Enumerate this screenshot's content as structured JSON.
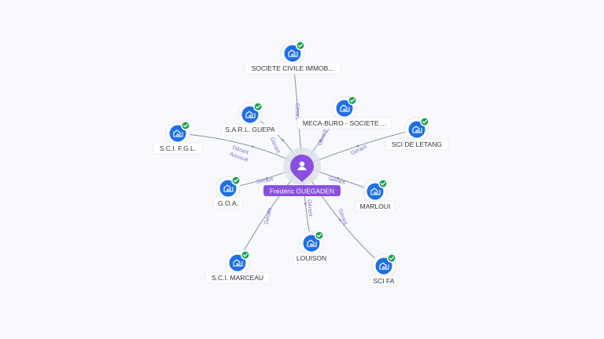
{
  "center": {
    "name": "Frédéric GUEGADEN",
    "icon": "person-icon",
    "color": "#8a4fe0"
  },
  "companies": [
    {
      "key": "sci-immob",
      "name": "SOCIETE CIVILE IMMOB...",
      "relations": [
        "Gérant"
      ],
      "verified": true
    },
    {
      "key": "sarl-guepa",
      "name": "S.A.R.L. GUEPA",
      "relations": [
        "Gérant"
      ],
      "verified": true
    },
    {
      "key": "meca-buro",
      "name": "MECA-BURO - SOCIETE ...",
      "relations": [
        "Gérant"
      ],
      "verified": true
    },
    {
      "key": "sci-fgl",
      "name": "S.C.I. F.G.L.",
      "relations": [
        "Gérant",
        "Associé"
      ],
      "verified": true
    },
    {
      "key": "sci-letang",
      "name": "SCI DE LETANG",
      "relations": [
        "Gérant"
      ],
      "verified": true
    },
    {
      "key": "goa",
      "name": "G.O.A.",
      "relations": [
        "Gérant"
      ],
      "verified": true
    },
    {
      "key": "marloui",
      "name": "MARLOUI",
      "relations": [
        "Gérant"
      ],
      "verified": true
    },
    {
      "key": "sci-marceau",
      "name": "S.C.I. MARCEAU",
      "relations": [
        "Gérant"
      ],
      "verified": true
    },
    {
      "key": "louison",
      "name": "LOUISON",
      "relations": [
        "Gérant"
      ],
      "verified": true
    },
    {
      "key": "sci-fa",
      "name": "SCI FA",
      "relations": [
        "Gérant"
      ],
      "verified": true
    }
  ],
  "colors": {
    "company_icon": "#1f6fe6",
    "verified_badge": "#1e9e55",
    "edge_label": "#7b6fd6",
    "edge": "#8a8fa3"
  },
  "icons": {
    "company": "building-icon",
    "verified": "check-badge-icon"
  }
}
